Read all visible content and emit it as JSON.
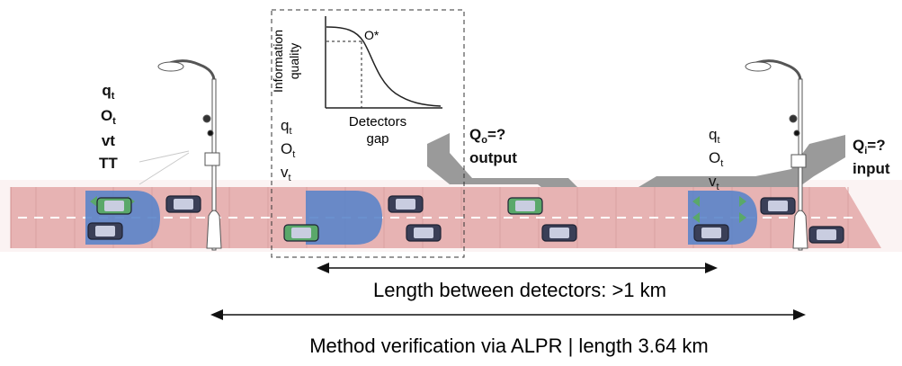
{
  "left_detector": {
    "vars": [
      "q",
      "O",
      "vt",
      "TT"
    ],
    "subs": [
      "t",
      "t",
      "",
      ""
    ]
  },
  "inset": {
    "y_label_line1": "Information",
    "y_label_line2": "quality",
    "point_label": "O*",
    "x_label_line1": "Detectors",
    "x_label_line2": "gap"
  },
  "mid_detector": {
    "vars": [
      "q",
      "O",
      "v"
    ],
    "subs": [
      "t",
      "t",
      "t"
    ]
  },
  "right_detector": {
    "vars": [
      "q",
      "O",
      "v"
    ],
    "subs": [
      "t",
      "t",
      "t"
    ]
  },
  "output_ramp": {
    "line1": "Q",
    "sub": "o",
    "rest": "=?",
    "line2": "output"
  },
  "input_ramp": {
    "line1": "Q",
    "sub": "i",
    "rest": "=?",
    "line2": "input"
  },
  "arrows": {
    "between_detectors": "Length between detectors: >1 km",
    "verification": "Method verification via ALPR | length 3.64 km"
  },
  "colors": {
    "road": "#e7b3b3",
    "road_stripe": "#d08f8f",
    "detector_zone": "#5b84c9",
    "ramp": "#9a9a9a",
    "car_body": "#3a3f57",
    "green_car": "#5aa86a"
  }
}
